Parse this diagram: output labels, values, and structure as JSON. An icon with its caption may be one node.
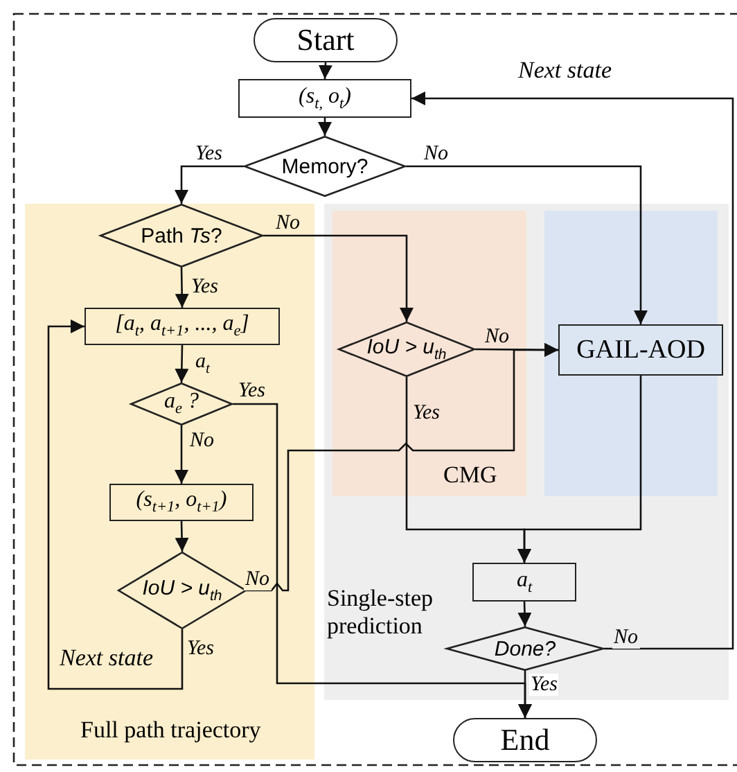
{
  "diagram": {
    "nodes": [
      {
        "text": [
          "Start"
        ]
      },
      {
        "text": [
          "(s$_{t,}$ o$_{t}$)"
        ]
      },
      {
        "text": [
          "Memory?"
        ]
      },
      {
        "text": [
          "Full path trajectory"
        ]
      },
      {
        "text": [
          "Path *Ts*?"
        ],
        "in": 3
      },
      {
        "text": [
          "[a$_{t}$, a$_{t+1}$, ..., a$_{e}$]"
        ],
        "in": 3
      },
      {
        "text": [
          "a$_{e}$ ?"
        ],
        "in": 3
      },
      {
        "text": [
          "(s$_{t+1}$, o$_{t+1}$)"
        ],
        "in": 3
      },
      {
        "text": [
          "IoU > u$_{th}$"
        ],
        "in": 3
      },
      {
        "text": [
          "Single-step prediction"
        ]
      },
      {
        "text": [
          "CMG"
        ],
        "in": 9
      },
      {
        "text": [
          "IoU > u$_{th}$"
        ],
        "in": 10
      },
      {
        "text": [],
        "shape": "box",
        "in": 9
      },
      {
        "text": [
          "GAIL-AOD"
        ],
        "in": 12
      },
      {
        "text": [
          "a$_{t}$"
        ],
        "in": 9
      },
      {
        "text": [
          "Done?"
        ],
        "in": 9
      },
      {
        "text": [
          "End"
        ]
      }
    ],
    "edges": [
      {
        "from": 0,
        "to": 1,
        "arrow": "to"
      },
      {
        "from": 1,
        "to": 2,
        "arrow": "to"
      },
      {
        "from": 2,
        "to": 4,
        "arrow": "to",
        "label": "Yes"
      },
      {
        "from": 2,
        "to": 13,
        "arrow": "to",
        "label": "No"
      },
      {
        "from": 4,
        "to": 5,
        "arrow": "to",
        "label": "Yes"
      },
      {
        "from": 4,
        "to": 11,
        "arrow": "to",
        "label": "No"
      },
      {
        "from": 5,
        "to": 6,
        "arrow": "to",
        "label": "a$_{t}$"
      },
      {
        "from": 6,
        "to": 7,
        "arrow": "to",
        "label": "No"
      },
      {
        "from": 6,
        "to": 16,
        "arrow": "to",
        "label": "Yes"
      },
      {
        "from": 7,
        "to": 8,
        "arrow": "to"
      },
      {
        "from": 8,
        "to": 5,
        "arrow": "to",
        "label": "Yes"
      },
      {
        "from": 8,
        "to": 13,
        "arrow": "to",
        "label": "No"
      },
      {
        "from": 11,
        "to": 13,
        "arrow": "to",
        "label": "No"
      },
      {
        "from": 11,
        "to": 14,
        "arrow": "to",
        "label": "Yes"
      },
      {
        "from": 13,
        "to": 14,
        "arrow": "to"
      },
      {
        "from": 14,
        "to": 15,
        "arrow": "to"
      },
      {
        "from": 15,
        "to": 1,
        "arrow": "to",
        "label": "No"
      },
      {
        "from": 15,
        "to": 16,
        "arrow": "to",
        "label": "Yes"
      }
    ],
    "labels": [
      "Next state",
      "Next state"
    ]
  }
}
